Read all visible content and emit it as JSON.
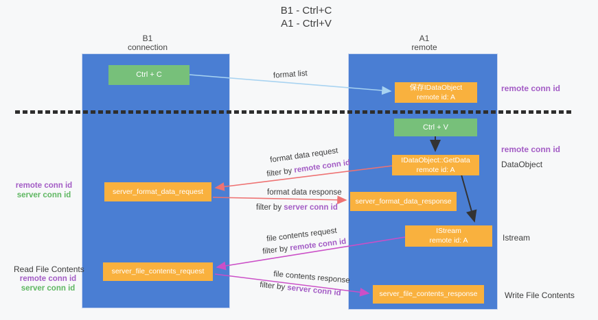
{
  "title": {
    "line1": "B1 - Ctrl+C",
    "line2": "A1 - Ctrl+V"
  },
  "lifelines": {
    "left": {
      "name": "B1",
      "role": "connection"
    },
    "right": {
      "name": "A1",
      "role": "remote"
    }
  },
  "nodes": {
    "ctrl_c": {
      "label": "Ctrl + C"
    },
    "ctrl_v": {
      "label": "Ctrl + V"
    },
    "save_idataobject": {
      "line1": "保存IDataObject",
      "line2": "remote id: A"
    },
    "idataobject_getdata": {
      "line1": "IDataObject::GetData",
      "line2": "remote id: A"
    },
    "istream": {
      "line1": "IStream",
      "line2": "remote id: A"
    },
    "server_format_data_request": {
      "label": "server_format_data_request"
    },
    "server_format_data_response": {
      "label": "server_format_data_response"
    },
    "server_file_contents_request": {
      "label": "server_file_contents_request"
    },
    "server_file_contents_response": {
      "label": "server_file_contents_response"
    }
  },
  "annotations": {
    "remote_conn_id": "remote conn id",
    "server_conn_id": "server conn id",
    "dataobject": "DataObject",
    "istream": "Istream",
    "read_file_contents": "Read File Contents",
    "write_file_contents": "Write File Contents"
  },
  "flows": {
    "format_list": "format list",
    "format_data_request": "format data request",
    "format_data_response": "format data response",
    "file_contents_request": "file contents request",
    "file_contents_response": "file contents response",
    "filter_by": "filter by "
  },
  "colors": {
    "lifeline_blue": "#4a7ed3",
    "node_green": "#77c07a",
    "node_orange": "#f9b13e",
    "remote_conn_purple": "#a35cc5",
    "server_conn_green": "#5fb762",
    "arrow_red": "#ee7272",
    "arrow_magenta": "#cb4fc7",
    "arrow_lightblue": "#a8d3f1",
    "arrow_black": "#333333",
    "dashed_line": "#2e2e2e"
  }
}
